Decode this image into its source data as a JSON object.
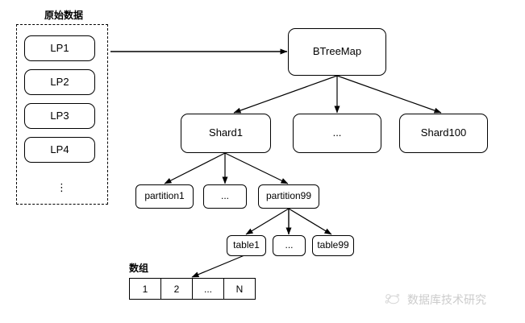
{
  "diagram": {
    "title_raw_data": "原始数据",
    "title_array": "数组",
    "ellipsis_vertical": "⋮",
    "ellipsis_horizontal": "...",
    "colors": {
      "stroke": "#000000",
      "background": "#ffffff",
      "watermark_text": "#555555"
    },
    "raw_data_group": {
      "label": "原始数据",
      "items": [
        {
          "label": "LP1"
        },
        {
          "label": "LP2"
        },
        {
          "label": "LP3"
        },
        {
          "label": "LP4"
        }
      ],
      "more_indicator": "⋮"
    },
    "root": {
      "label": "BTreeMap"
    },
    "shards": [
      {
        "label": "Shard1"
      },
      {
        "label": "..."
      },
      {
        "label": "Shard100"
      }
    ],
    "partitions": [
      {
        "label": "partition1"
      },
      {
        "label": "..."
      },
      {
        "label": "partition99"
      }
    ],
    "tables": [
      {
        "label": "table1"
      },
      {
        "label": "..."
      },
      {
        "label": "table99"
      }
    ],
    "array": {
      "label": "数组",
      "cells": [
        "1",
        "2",
        "...",
        "N"
      ]
    },
    "watermark": {
      "text": "数据库技术研究",
      "logo_name": "cloud-logo"
    }
  }
}
